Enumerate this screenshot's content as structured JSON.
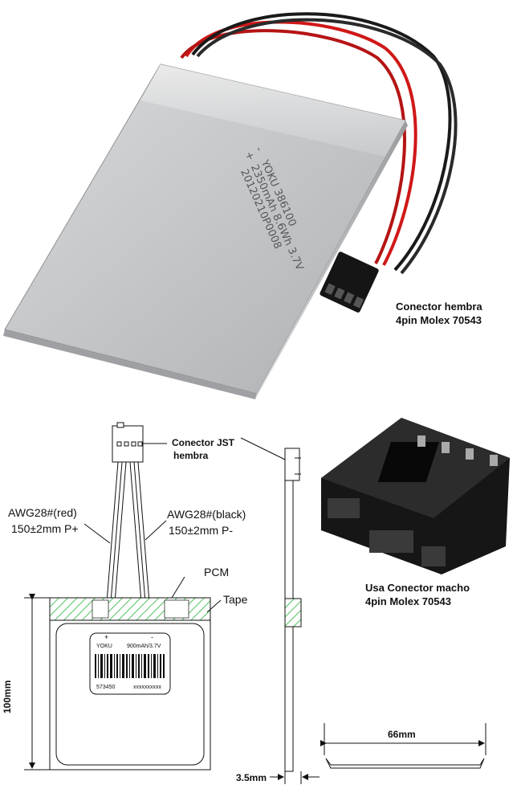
{
  "battery_print": {
    "line1": "YOKU 386100",
    "line2": "2350mAh 8.6Wh 3.7V",
    "line3": "20120210P0008"
  },
  "female_connector_label": {
    "line1": "Conector hembra",
    "line2": "4pin Molex 70543"
  },
  "male_connector_label": {
    "line1": "Usa Conector macho",
    "line2": "4pin Molex 70543"
  },
  "jst_label": {
    "line1": "Conector JST",
    "line2": "hembra"
  },
  "wire_red": {
    "line1": "AWG28#(red)",
    "line2": "150±2mm P+"
  },
  "wire_black": {
    "line1": "AWG28#(black)",
    "line2": "150±2mm P-"
  },
  "pcm_label": "PCM",
  "tape_label": "Tape",
  "cell_sticker": {
    "plus": "+",
    "minus": "-",
    "brand": "YOKU",
    "rating": "900mAh/3.7V",
    "model": "573450",
    "serial": "xxxxxxxxxx"
  },
  "dimensions": {
    "height": "100mm",
    "width": "66mm",
    "thickness": "3.5mm"
  },
  "colors": {
    "hatch_green": "#4fc060",
    "wire_red": "#d01818",
    "wire_black": "#151515",
    "battery_silver": "#c6c8ca"
  }
}
